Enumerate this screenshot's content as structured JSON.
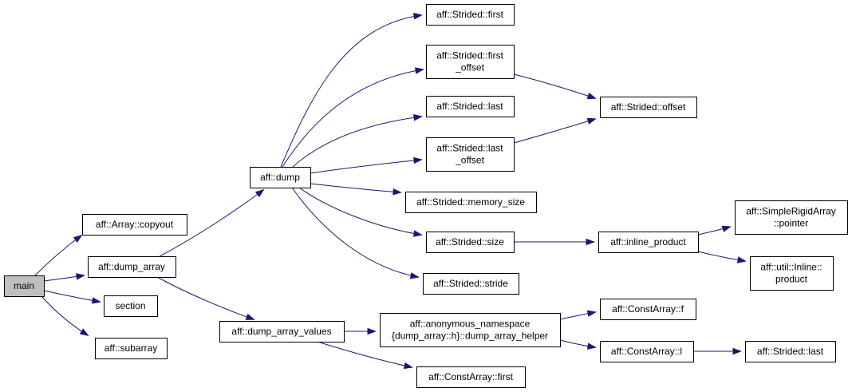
{
  "diagram": {
    "nodes": [
      {
        "id": "main",
        "lines": [
          "main"
        ],
        "root": true
      },
      {
        "id": "array_copyout",
        "lines": [
          "aff::Array::copyout"
        ]
      },
      {
        "id": "dump_array",
        "lines": [
          "aff::dump_array"
        ]
      },
      {
        "id": "section",
        "lines": [
          "section"
        ]
      },
      {
        "id": "subarray",
        "lines": [
          "aff::subarray"
        ]
      },
      {
        "id": "dump",
        "lines": [
          "aff::dump"
        ]
      },
      {
        "id": "dump_array_values",
        "lines": [
          "aff::dump_array_values"
        ]
      },
      {
        "id": "strided_first",
        "lines": [
          "aff::Strided::first"
        ]
      },
      {
        "id": "strided_first_offset",
        "lines": [
          "aff::Strided::first",
          "_offset"
        ]
      },
      {
        "id": "strided_last",
        "lines": [
          "aff::Strided::last"
        ]
      },
      {
        "id": "strided_last_offset",
        "lines": [
          "aff::Strided::last",
          "_offset"
        ]
      },
      {
        "id": "strided_memory_size",
        "lines": [
          "aff::Strided::memory_size"
        ]
      },
      {
        "id": "strided_size",
        "lines": [
          "aff::Strided::size"
        ]
      },
      {
        "id": "strided_stride",
        "lines": [
          "aff::Strided::stride"
        ]
      },
      {
        "id": "strided_offset",
        "lines": [
          "aff::Strided::offset"
        ]
      },
      {
        "id": "inline_product",
        "lines": [
          "aff::inline_product"
        ]
      },
      {
        "id": "simplerigidarray_pointer",
        "lines": [
          "aff::SimpleRigidArray",
          "::pointer"
        ]
      },
      {
        "id": "util_inline_product",
        "lines": [
          "aff::util::Inline::",
          "product"
        ]
      },
      {
        "id": "dump_array_helper",
        "lines": [
          "aff::anonymous_namespace",
          "{dump_array::h}::dump_array_helper"
        ]
      },
      {
        "id": "constarray_f",
        "lines": [
          "aff::ConstArray::f"
        ]
      },
      {
        "id": "constarray_l",
        "lines": [
          "aff::ConstArray::l"
        ]
      },
      {
        "id": "constarray_first",
        "lines": [
          "aff::ConstArray::first"
        ]
      },
      {
        "id": "strided_last2",
        "lines": [
          "aff::Strided::last"
        ]
      }
    ],
    "edges": [
      {
        "from": "main",
        "to": "array_copyout"
      },
      {
        "from": "main",
        "to": "dump_array"
      },
      {
        "from": "main",
        "to": "section"
      },
      {
        "from": "main",
        "to": "subarray"
      },
      {
        "from": "dump_array",
        "to": "dump"
      },
      {
        "from": "dump_array",
        "to": "dump_array_values"
      },
      {
        "from": "dump",
        "to": "strided_first"
      },
      {
        "from": "dump",
        "to": "strided_first_offset"
      },
      {
        "from": "dump",
        "to": "strided_last"
      },
      {
        "from": "dump",
        "to": "strided_last_offset"
      },
      {
        "from": "dump",
        "to": "strided_memory_size"
      },
      {
        "from": "dump",
        "to": "strided_size"
      },
      {
        "from": "dump",
        "to": "strided_stride"
      },
      {
        "from": "strided_first_offset",
        "to": "strided_offset"
      },
      {
        "from": "strided_last_offset",
        "to": "strided_offset"
      },
      {
        "from": "strided_size",
        "to": "inline_product"
      },
      {
        "from": "inline_product",
        "to": "simplerigidarray_pointer"
      },
      {
        "from": "inline_product",
        "to": "util_inline_product"
      },
      {
        "from": "dump_array_values",
        "to": "dump_array_helper"
      },
      {
        "from": "dump_array_values",
        "to": "constarray_first"
      },
      {
        "from": "dump_array_helper",
        "to": "constarray_f"
      },
      {
        "from": "dump_array_helper",
        "to": "constarray_l"
      },
      {
        "from": "constarray_l",
        "to": "strided_last2"
      }
    ]
  }
}
